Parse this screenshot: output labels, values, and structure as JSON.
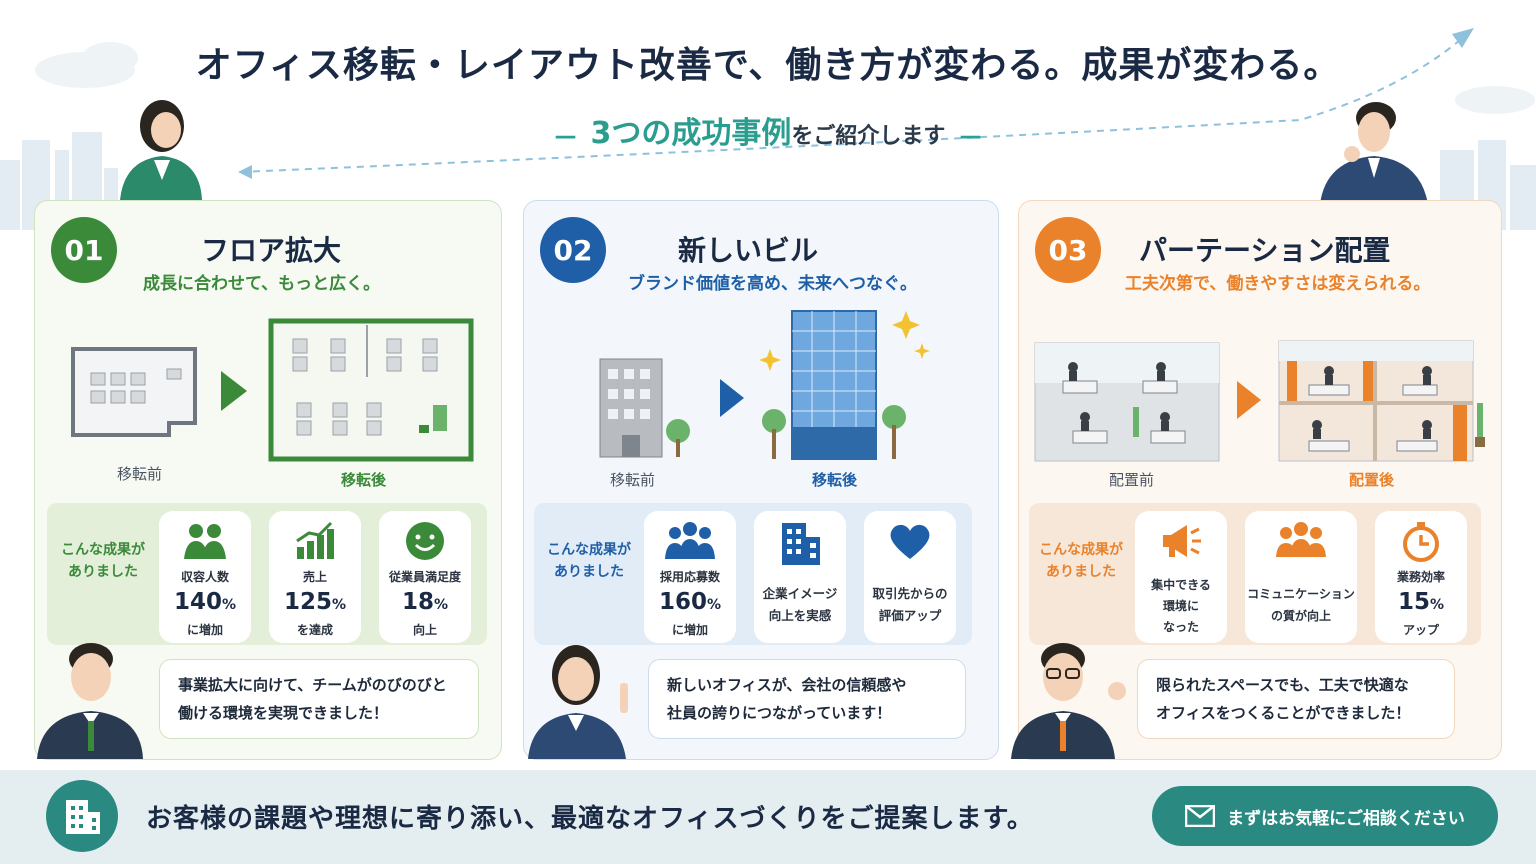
{
  "header": {
    "title": "オフィス移転・レイアウト改善で、働き方が変わる。成果が変わる。",
    "subtitle_accent": "3つの成功事例",
    "subtitle_rest": "をご紹介します",
    "dash": "—"
  },
  "cases": [
    {
      "number": "01",
      "title": "フロア拡大",
      "tagline": "成長に合わせて、もっと広く。",
      "before_label": "移転前",
      "after_label": "移転後",
      "results_label_1": "こんな成果が",
      "results_label_2": "ありました",
      "stats": [
        {
          "icon": "people-icon",
          "label": "収容人数",
          "value": "140",
          "unit": "%",
          "sub": "に増加"
        },
        {
          "icon": "growth-chart-icon",
          "label": "売上",
          "value": "125",
          "unit": "%",
          "sub": "を達成"
        },
        {
          "icon": "smile-icon",
          "label": "従業員満足度",
          "value": "18",
          "unit": "%",
          "sub": "向上"
        }
      ],
      "quote_1": "事業拡大に向けて、チームがのびのびと",
      "quote_2": "働ける環境を実現できました！",
      "accent": "#3a8a3a"
    },
    {
      "number": "02",
      "title": "新しいビル",
      "tagline": "ブランド価値を高め、未来へつなぐ。",
      "before_label": "移転前",
      "after_label": "移転後",
      "results_label_1": "こんな成果が",
      "results_label_2": "ありました",
      "stats": [
        {
          "icon": "people-icon",
          "label": "採用応募数",
          "value": "160",
          "unit": "%",
          "sub": "に増加"
        },
        {
          "icon": "building-icon",
          "label_1": "企業イメージ",
          "label_2": "向上を実感"
        },
        {
          "icon": "heart-icon",
          "label_1": "取引先からの",
          "label_2": "評価アップ"
        }
      ],
      "quote_1": "新しいオフィスが、会社の信頼感や",
      "quote_2": "社員の誇りにつながっています！",
      "accent": "#1f5fa8"
    },
    {
      "number": "03",
      "title": "パーテーション配置",
      "tagline": "工夫次第で、働きやすさは変えられる。",
      "before_label": "配置前",
      "after_label": "配置後",
      "results_label_1": "こんな成果が",
      "results_label_2": "ありました",
      "stats": [
        {
          "icon": "megaphone-icon",
          "label_1": "集中できる",
          "label_2": "環境に",
          "label_3": "なった"
        },
        {
          "icon": "people-icon",
          "label_1": "コミュニケーション",
          "label_2": "の質が向上"
        },
        {
          "icon": "timer-icon",
          "label": "業務効率",
          "value": "15",
          "unit": "%",
          "sub": "アップ"
        }
      ],
      "quote_1": "限られたスペースでも、工夫で快適な",
      "quote_2": "オフィスをつくることができました！",
      "accent": "#e9822a"
    }
  ],
  "footer": {
    "message": "お客様の課題や理想に寄り添い、最適なオフィスづくりをご提案します。",
    "cta_label": "まずはお気軽にご相談ください",
    "cta_icon": "mail-icon"
  },
  "colors": {
    "teal": "#2a8a82",
    "green": "#3a8a3a",
    "blue": "#1f5fa8",
    "orange": "#e9822a"
  }
}
